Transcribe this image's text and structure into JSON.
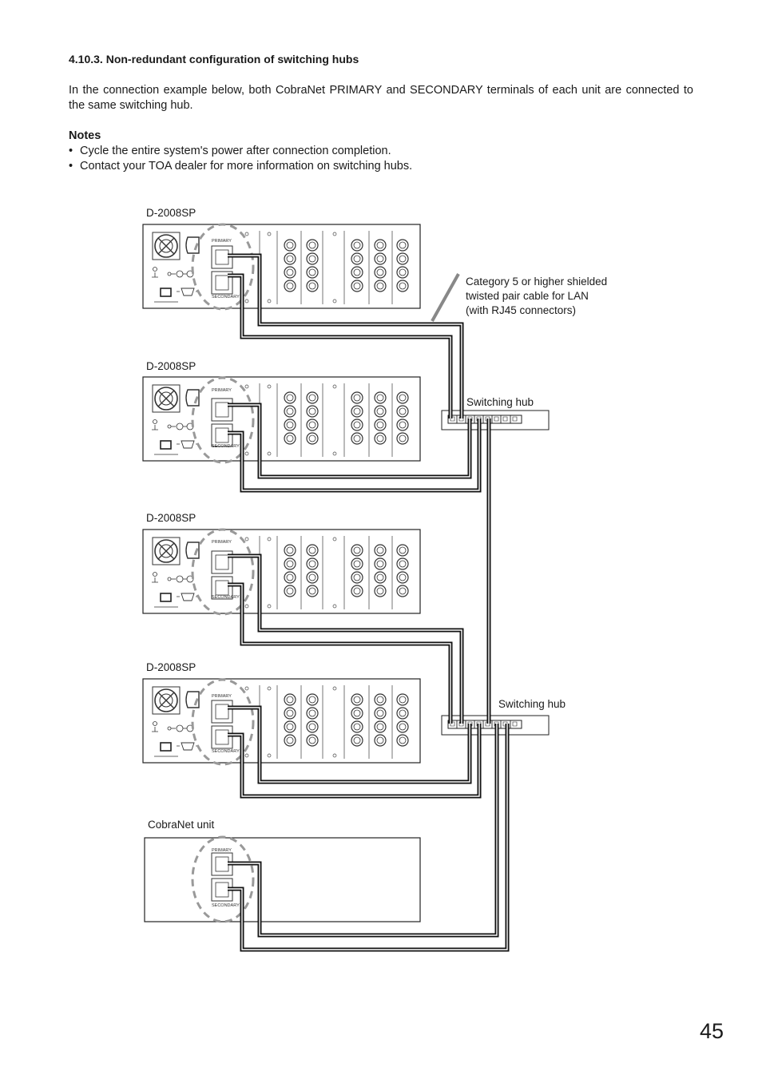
{
  "heading": "4.10.3. Non-redundant configuration of switching hubs",
  "intro": "In the connection example below, both CobraNet PRIMARY and SECONDARY terminals of each unit are connected to the same switching hub.",
  "notes": {
    "title": "Notes",
    "items": [
      "Cycle the entire system's power after connection completion.",
      "Contact your TOA dealer for more information on switching hubs."
    ]
  },
  "diagram": {
    "units": [
      {
        "label": "D-2008SP"
      },
      {
        "label": "D-2008SP"
      },
      {
        "label": "D-2008SP"
      },
      {
        "label": "D-2008SP"
      }
    ],
    "cobranet_unit": {
      "label": "CobraNet unit"
    },
    "port_labels": {
      "primary": "PRIMARY",
      "secondary": "SECONDARY"
    },
    "hubs": [
      {
        "label": "Switching hub"
      },
      {
        "label": "Switching hub"
      }
    ],
    "cable_label": [
      "Category 5 or higher shielded",
      "twisted pair cable for LAN",
      "(with RJ45 connectors)"
    ]
  },
  "page_number": "45"
}
